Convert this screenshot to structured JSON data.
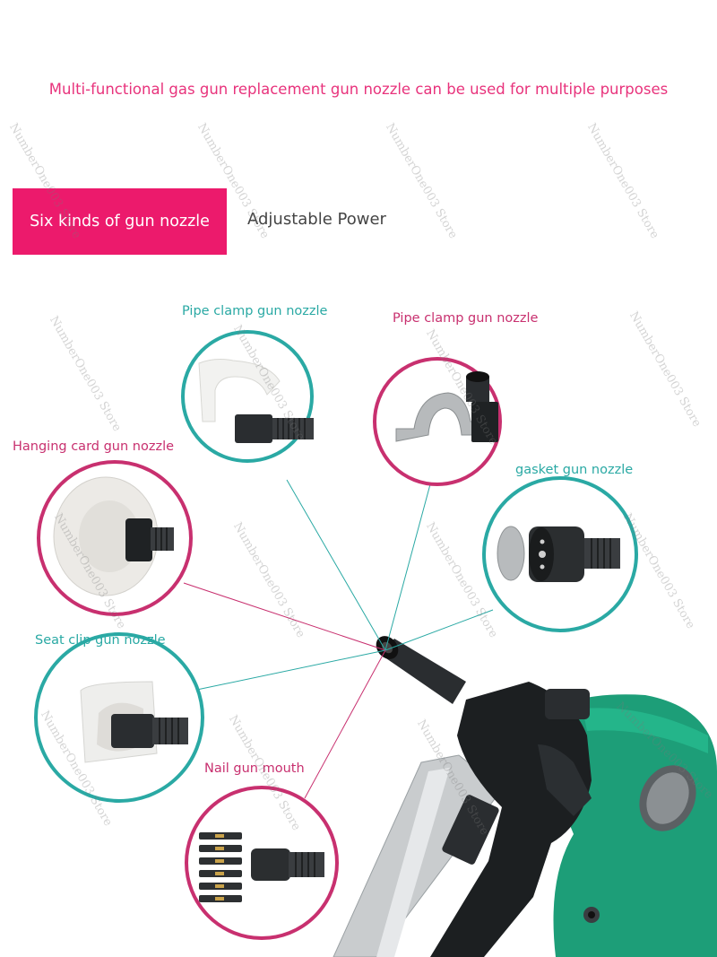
{
  "headline": "Multi-functional gas gun replacement gun nozzle can be used for multiple purposes",
  "tabs": {
    "active_label": "Six kinds of gun nozzle",
    "inactive_label": "Adjustable Power"
  },
  "nozzles": {
    "pipe_clamp_1": "Pipe clamp gun nozzle",
    "pipe_clamp_2": "Pipe clamp gun nozzle",
    "hanging_card": "Hanging card gun nozzle",
    "gasket": "gasket gun nozzle",
    "seat_clip": "Seat clip gun nozzle",
    "nail_mouth": "Nail gun mouth"
  },
  "watermark": "NumberOne003 Store",
  "colors": {
    "accent_pink": "#ec1a6c",
    "label_teal": "#2aa9a4",
    "label_pink": "#c8306f",
    "tool_green": "#1d9e78"
  }
}
